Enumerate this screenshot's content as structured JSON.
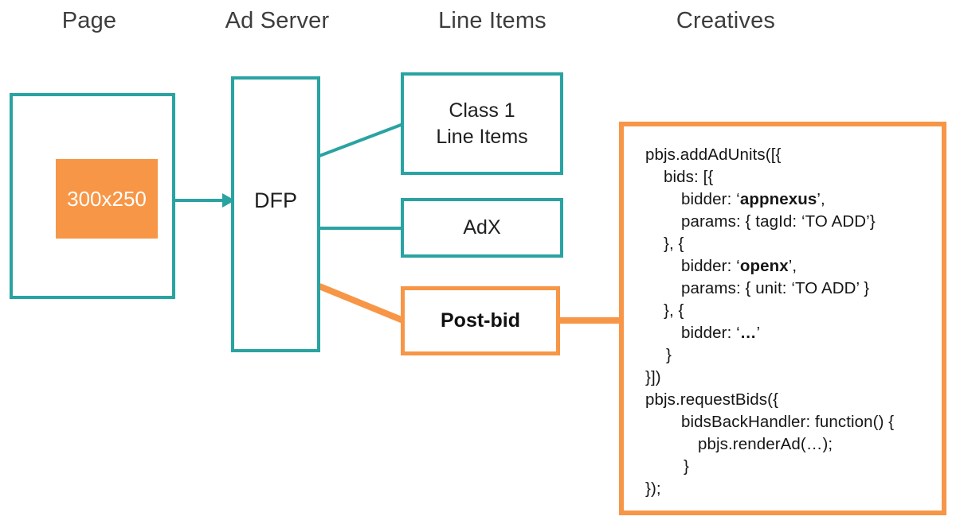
{
  "colors": {
    "teal": "#29A3A2",
    "orange": "#F79646"
  },
  "headers": {
    "page": "Page",
    "ad_server": "Ad Server",
    "line_items": "Line Items",
    "creatives": "Creatives"
  },
  "page": {
    "ad_slot_label": "300x250"
  },
  "ad_server": {
    "dfp_label": "DFP"
  },
  "line_items": {
    "class1_lines": [
      "Class 1",
      "Line Items"
    ],
    "adx_label": "AdX",
    "postbid_label": "Post-bid"
  },
  "code": {
    "lines": [
      {
        "indent": 0,
        "parts": [
          {
            "t": "pbjs.addAdUnits([{"
          }
        ]
      },
      {
        "indent": 23,
        "parts": [
          {
            "t": "bids: [{"
          }
        ]
      },
      {
        "indent": 45,
        "parts": [
          {
            "t": "bidder: ‘"
          },
          {
            "t": "appnexus",
            "b": true
          },
          {
            "t": "’,"
          }
        ]
      },
      {
        "indent": 45,
        "parts": [
          {
            "t": "params: { tagId: ‘TO ADD’}"
          }
        ]
      },
      {
        "indent": 23,
        "parts": [
          {
            "t": "}, {"
          }
        ]
      },
      {
        "indent": 45,
        "parts": [
          {
            "t": "bidder: ‘"
          },
          {
            "t": "openx",
            "b": true
          },
          {
            "t": "’,"
          }
        ]
      },
      {
        "indent": 45,
        "parts": [
          {
            "t": "params: { unit: ‘TO ADD’ }"
          }
        ]
      },
      {
        "indent": 23,
        "parts": [
          {
            "t": "}, {"
          }
        ]
      },
      {
        "indent": 45,
        "parts": [
          {
            "t": "bidder: ‘"
          },
          {
            "t": "…",
            "b": true
          },
          {
            "t": "’"
          }
        ]
      },
      {
        "indent": 26,
        "parts": [
          {
            "t": "}"
          }
        ]
      },
      {
        "indent": 0,
        "parts": [
          {
            "t": "}])"
          }
        ]
      },
      {
        "indent": 0,
        "parts": [
          {
            "t": "pbjs.requestBids({"
          }
        ]
      },
      {
        "indent": 45,
        "parts": [
          {
            "t": "bidsBackHandler: function() {"
          }
        ]
      },
      {
        "indent": 66,
        "parts": [
          {
            "t": "pbjs.renderAd(…);"
          }
        ]
      },
      {
        "indent": 48,
        "parts": [
          {
            "t": "}"
          }
        ]
      },
      {
        "indent": 0,
        "parts": [
          {
            "t": "});"
          }
        ]
      }
    ]
  }
}
